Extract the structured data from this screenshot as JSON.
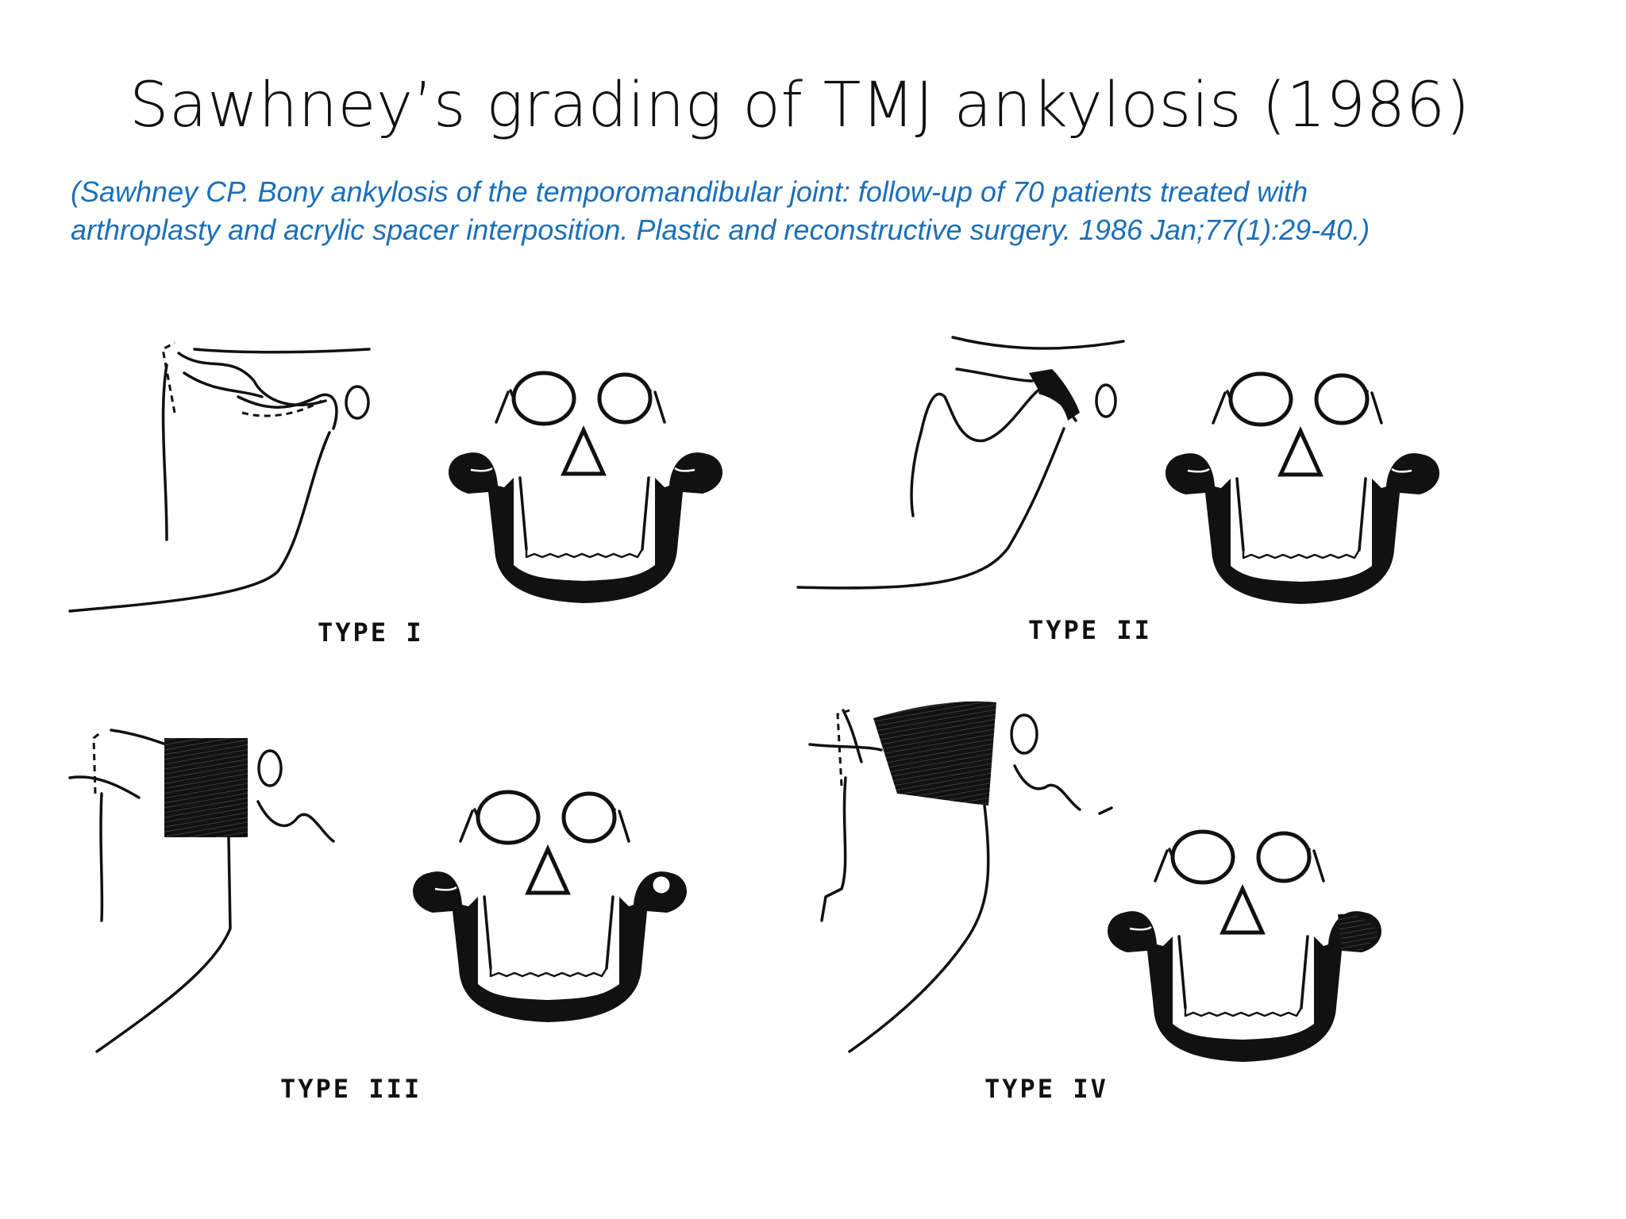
{
  "slide": {
    "title": "Sawhney’s grading of TMJ ankylosis (1986)",
    "citation_line1": "(Sawhney CP. Bony ankylosis of the temporomandibular joint: follow-up of 70 patients treated with",
    "citation_line2": "arthroplasty and acrylic spacer interposition. Plastic and reconstructive surgery. 1986 Jan;77(1):29-40.)"
  },
  "figure": {
    "panels": [
      {
        "id": "type-1",
        "label": "TYPE I"
      },
      {
        "id": "type-2",
        "label": "TYPE II"
      },
      {
        "id": "type-3",
        "label": "TYPE III"
      },
      {
        "id": "type-4",
        "label": "TYPE IV"
      }
    ]
  },
  "colors": {
    "title": "#111111",
    "citation": "#1b6fb8",
    "ink": "#111111"
  }
}
